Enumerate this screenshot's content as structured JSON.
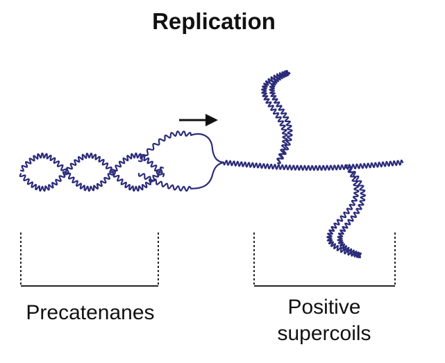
{
  "title": "Replication",
  "labels": {
    "left": "Precatenanes",
    "right_line1": "Positive",
    "right_line2": "supercoils"
  },
  "colors": {
    "strand": "#2b2b7a",
    "text": "#111111",
    "bracket": "#222222",
    "arrow": "#111111"
  },
  "icons": {
    "direction": "right-arrow-icon"
  }
}
